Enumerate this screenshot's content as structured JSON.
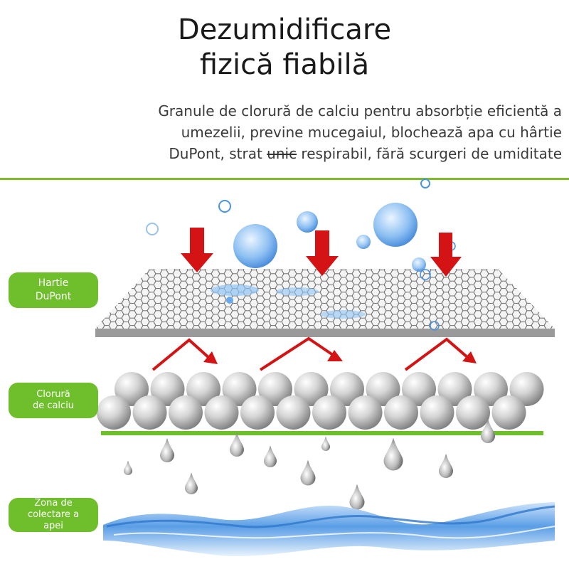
{
  "title": {
    "line1": "Dezumidificare",
    "line2": "fizică fiabilă"
  },
  "description": {
    "line1": "Granule de clorură de calciu pentru absorbție eficientă a",
    "line2": "umezelii, previne mucegaiul, blochează apa cu hârtie",
    "line3_before": "DuPont, strat ",
    "line3_struck": "unic",
    "line3_after": " respirabil, fără scurgeri de umiditate"
  },
  "labels": {
    "paper_line1": "Hartie",
    "paper_line2": "DuPont",
    "calcium_line1": "Clorură",
    "calcium_line2": "de calciu",
    "water_line1": "Zona de",
    "water_line2": "colectare a",
    "water_line3": "apei"
  },
  "colors": {
    "accent_green": "#6fbf2c",
    "arrow_red": "#d41414",
    "water_blue": "#3f86d6"
  }
}
